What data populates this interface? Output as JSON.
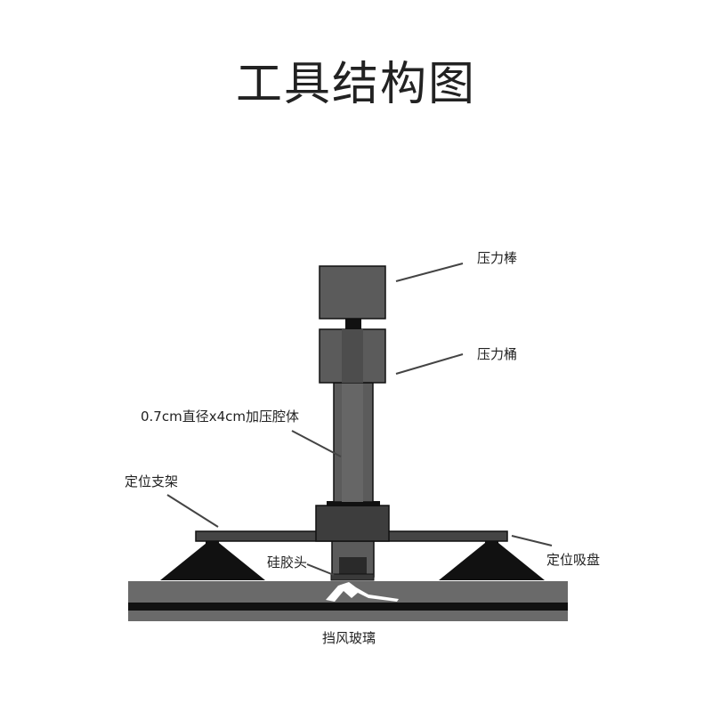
{
  "title": "工具结构图",
  "labels": {
    "pressure_rod": "压力棒",
    "pressure_barrel": "压力桶",
    "chamber": "0.7cm直径x4cm加压腔体",
    "positioning_bracket": "定位支架",
    "silicone_head": "硅胶头",
    "positioning_suction_cup": "定位吸盘",
    "windshield": "挡风玻璃"
  },
  "colors": {
    "dark_part": "#5b5b5b",
    "black": "#111111",
    "glass": "#6a6a6a",
    "crack": "#ffffff"
  }
}
